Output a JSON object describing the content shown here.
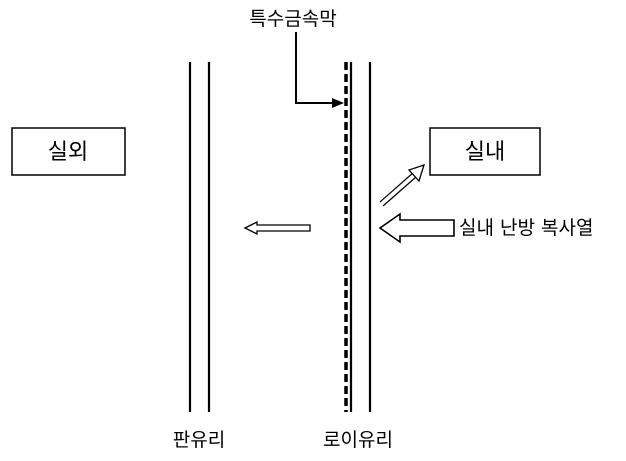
{
  "labels": {
    "coating": "특수금속막",
    "outdoor": "실외",
    "indoor": "실내",
    "heat": "실내 난방 복사열",
    "plain_glass": "판유리",
    "low_e_glass": "로이유리"
  },
  "colors": {
    "stroke": "#000000",
    "background": "#ffffff"
  }
}
